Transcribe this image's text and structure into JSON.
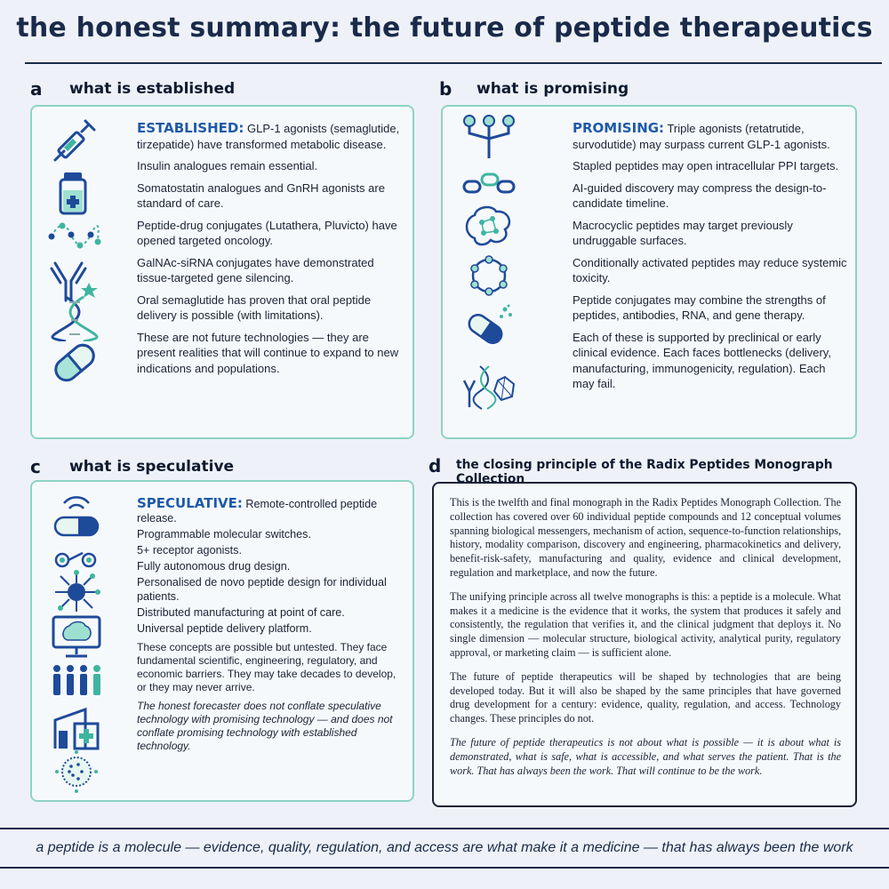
{
  "title": "the honest summary: the future of peptide therapeutics",
  "sections": {
    "a": {
      "letter": "a",
      "title": "what is established",
      "keyword": "ESTABLISHED:",
      "items": [
        "GLP-1 agonists (semaglutide, tirzepatide) have transformed metabolic disease.",
        "Insulin analogues remain essential.",
        "Somatostatin analogues and GnRH agonists are standard of care.",
        "Peptide-drug conjugates (Lutathera, Pluvicto) have opened targeted oncology.",
        "GalNAc-siRNA conjugates have demonstrated tissue-targeted gene silencing.",
        "Oral semaglutide has proven that oral peptide delivery is possible (with limitations).",
        "These are not future technologies — they are present realities that will continue to expand to new indications and populations."
      ],
      "icons": [
        "syringe-icon",
        "vial-icon",
        "peptide-chain-icon",
        "antibody-icon",
        "dna-icon",
        "capsule-icon"
      ]
    },
    "b": {
      "letter": "b",
      "title": "what is promising",
      "keyword": "PROMISING:",
      "items": [
        "Triple agonists (retatrutide, survodutide) may surpass current GLP-1 agonists.",
        "Stapled peptides may open intracellular PPI targets.",
        "AI-guided discovery may compress the design-to-candidate timeline.",
        "Macrocyclic peptides may target previously undruggable surfaces.",
        "Conditionally activated peptides may reduce systemic toxicity.",
        "Peptide conjugates may combine the strengths of peptides, antibodies, RNA, and gene therapy.",
        "Each of these is supported by preclinical or early clinical evidence. Each faces bottlenecks (delivery, manufacturing, immunogenicity, regulation). Each may fail."
      ],
      "icons": [
        "triple-agonist-icon",
        "stapled-peptide-icon",
        "ai-brain-icon",
        "macrocycle-icon",
        "activated-capsule-icon",
        "conjugate-icon"
      ]
    },
    "c": {
      "letter": "c",
      "title": "what is speculative",
      "keyword": "SPECULATIVE:",
      "items": [
        "Remote-controlled peptide release.",
        "Programmable molecular switches.",
        "5+ receptor agonists.",
        "Fully autonomous drug design.",
        "Personalised de novo peptide design for individual patients.",
        "Distributed manufacturing at point of care.",
        "Universal peptide delivery platform.",
        "These concepts are possible but untested. They face fundamental scientific, engineering, regulatory, and economic barriers. They may take decades to develop, or they may never arrive.",
        "The honest forecaster does not conflate speculative technology with promising technology — and does not conflate promising technology with established technology."
      ],
      "icons": [
        "wireless-capsule-icon",
        "molecular-switch-icon",
        "receptor-network-icon",
        "ai-monitor-icon",
        "patients-icon",
        "clinic-icon",
        "nanoparticle-icon"
      ]
    },
    "d": {
      "letter": "d",
      "title": "the closing principle of the Radix Peptides Monograph Collection",
      "paragraphs": [
        "This is the twelfth and final monograph in the Radix Peptides Monograph Collection. The collection has covered over 60 individual peptide compounds and 12 conceptual volumes spanning biological messengers, mechanism of action, sequence-to-function relationships, history, modality comparison, discovery and engineering, pharmacokinetics and delivery, benefit-risk-safety, manufacturing and quality, evidence and clinical development, regulation and marketplace, and now the future.",
        "The unifying principle across all twelve monographs is this: a peptide is a molecule. What makes it a medicine is the evidence that it works, the system that produces it safely and consistently, the regulation that verifies it, and the clinical judgment that deploys it. No single dimension — molecular structure, biological activity, analytical purity, regulatory approval, or marketing claim — is sufficient alone.",
        "The future of peptide therapeutics will be shaped by technologies that are being developed today. But it will also be shaped by the same principles that have governed drug development for a century: evidence, quality, regulation, and access. Technology changes. These principles do not.",
        "The future of peptide therapeutics is not about what is possible — it is about what is demonstrated, what is safe, what is accessible, and what serves the patient. That is the work. That has always been the work. That will continue to be the work."
      ]
    }
  },
  "footer": "a peptide is a molecule — evidence, quality, regulation, and access are what make it a medicine — that has always been the work",
  "colors": {
    "navy": "#1a2a4a",
    "blue": "#1e5aa8",
    "teal": "#3fb5a0",
    "panel_border": "#8ed3c4"
  }
}
